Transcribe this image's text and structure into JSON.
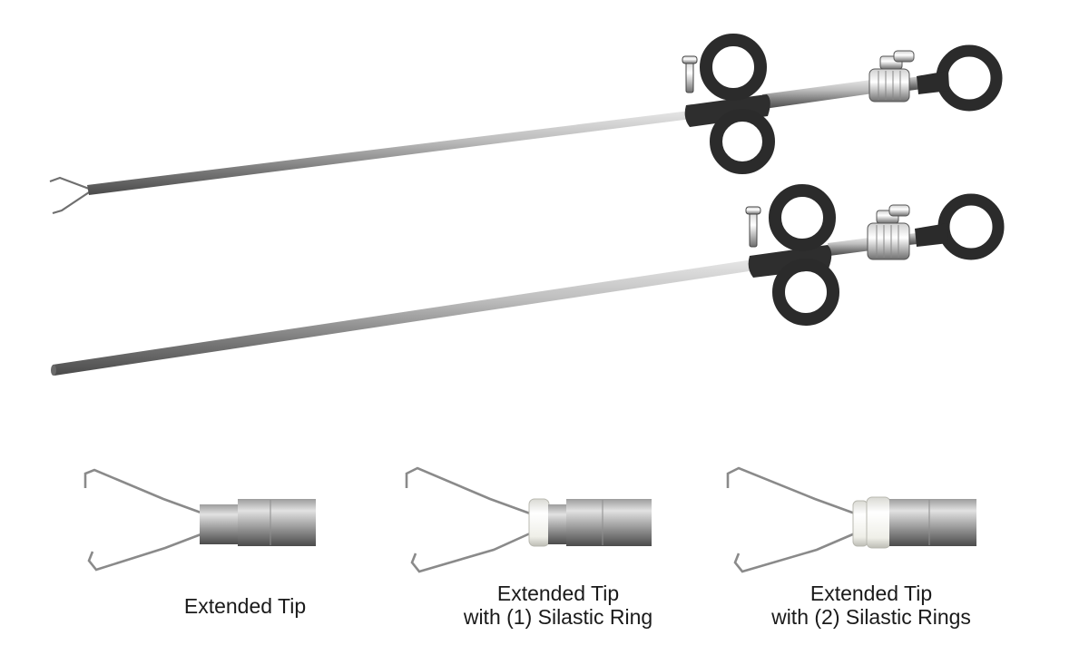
{
  "captions": {
    "tip_plain": {
      "line1": "Extended Tip"
    },
    "tip_one_ring": {
      "line1": "Extended Tip",
      "line2": "with (1) Silastic Ring"
    },
    "tip_two_rings": {
      "line1": "Extended Tip",
      "line2": "with (2) Silastic Rings"
    }
  },
  "colors": {
    "handle": "#2b2b2b",
    "shaft": "#9a9a9a",
    "ring": "#f4f4ef",
    "wire": "#7d7d7d"
  }
}
